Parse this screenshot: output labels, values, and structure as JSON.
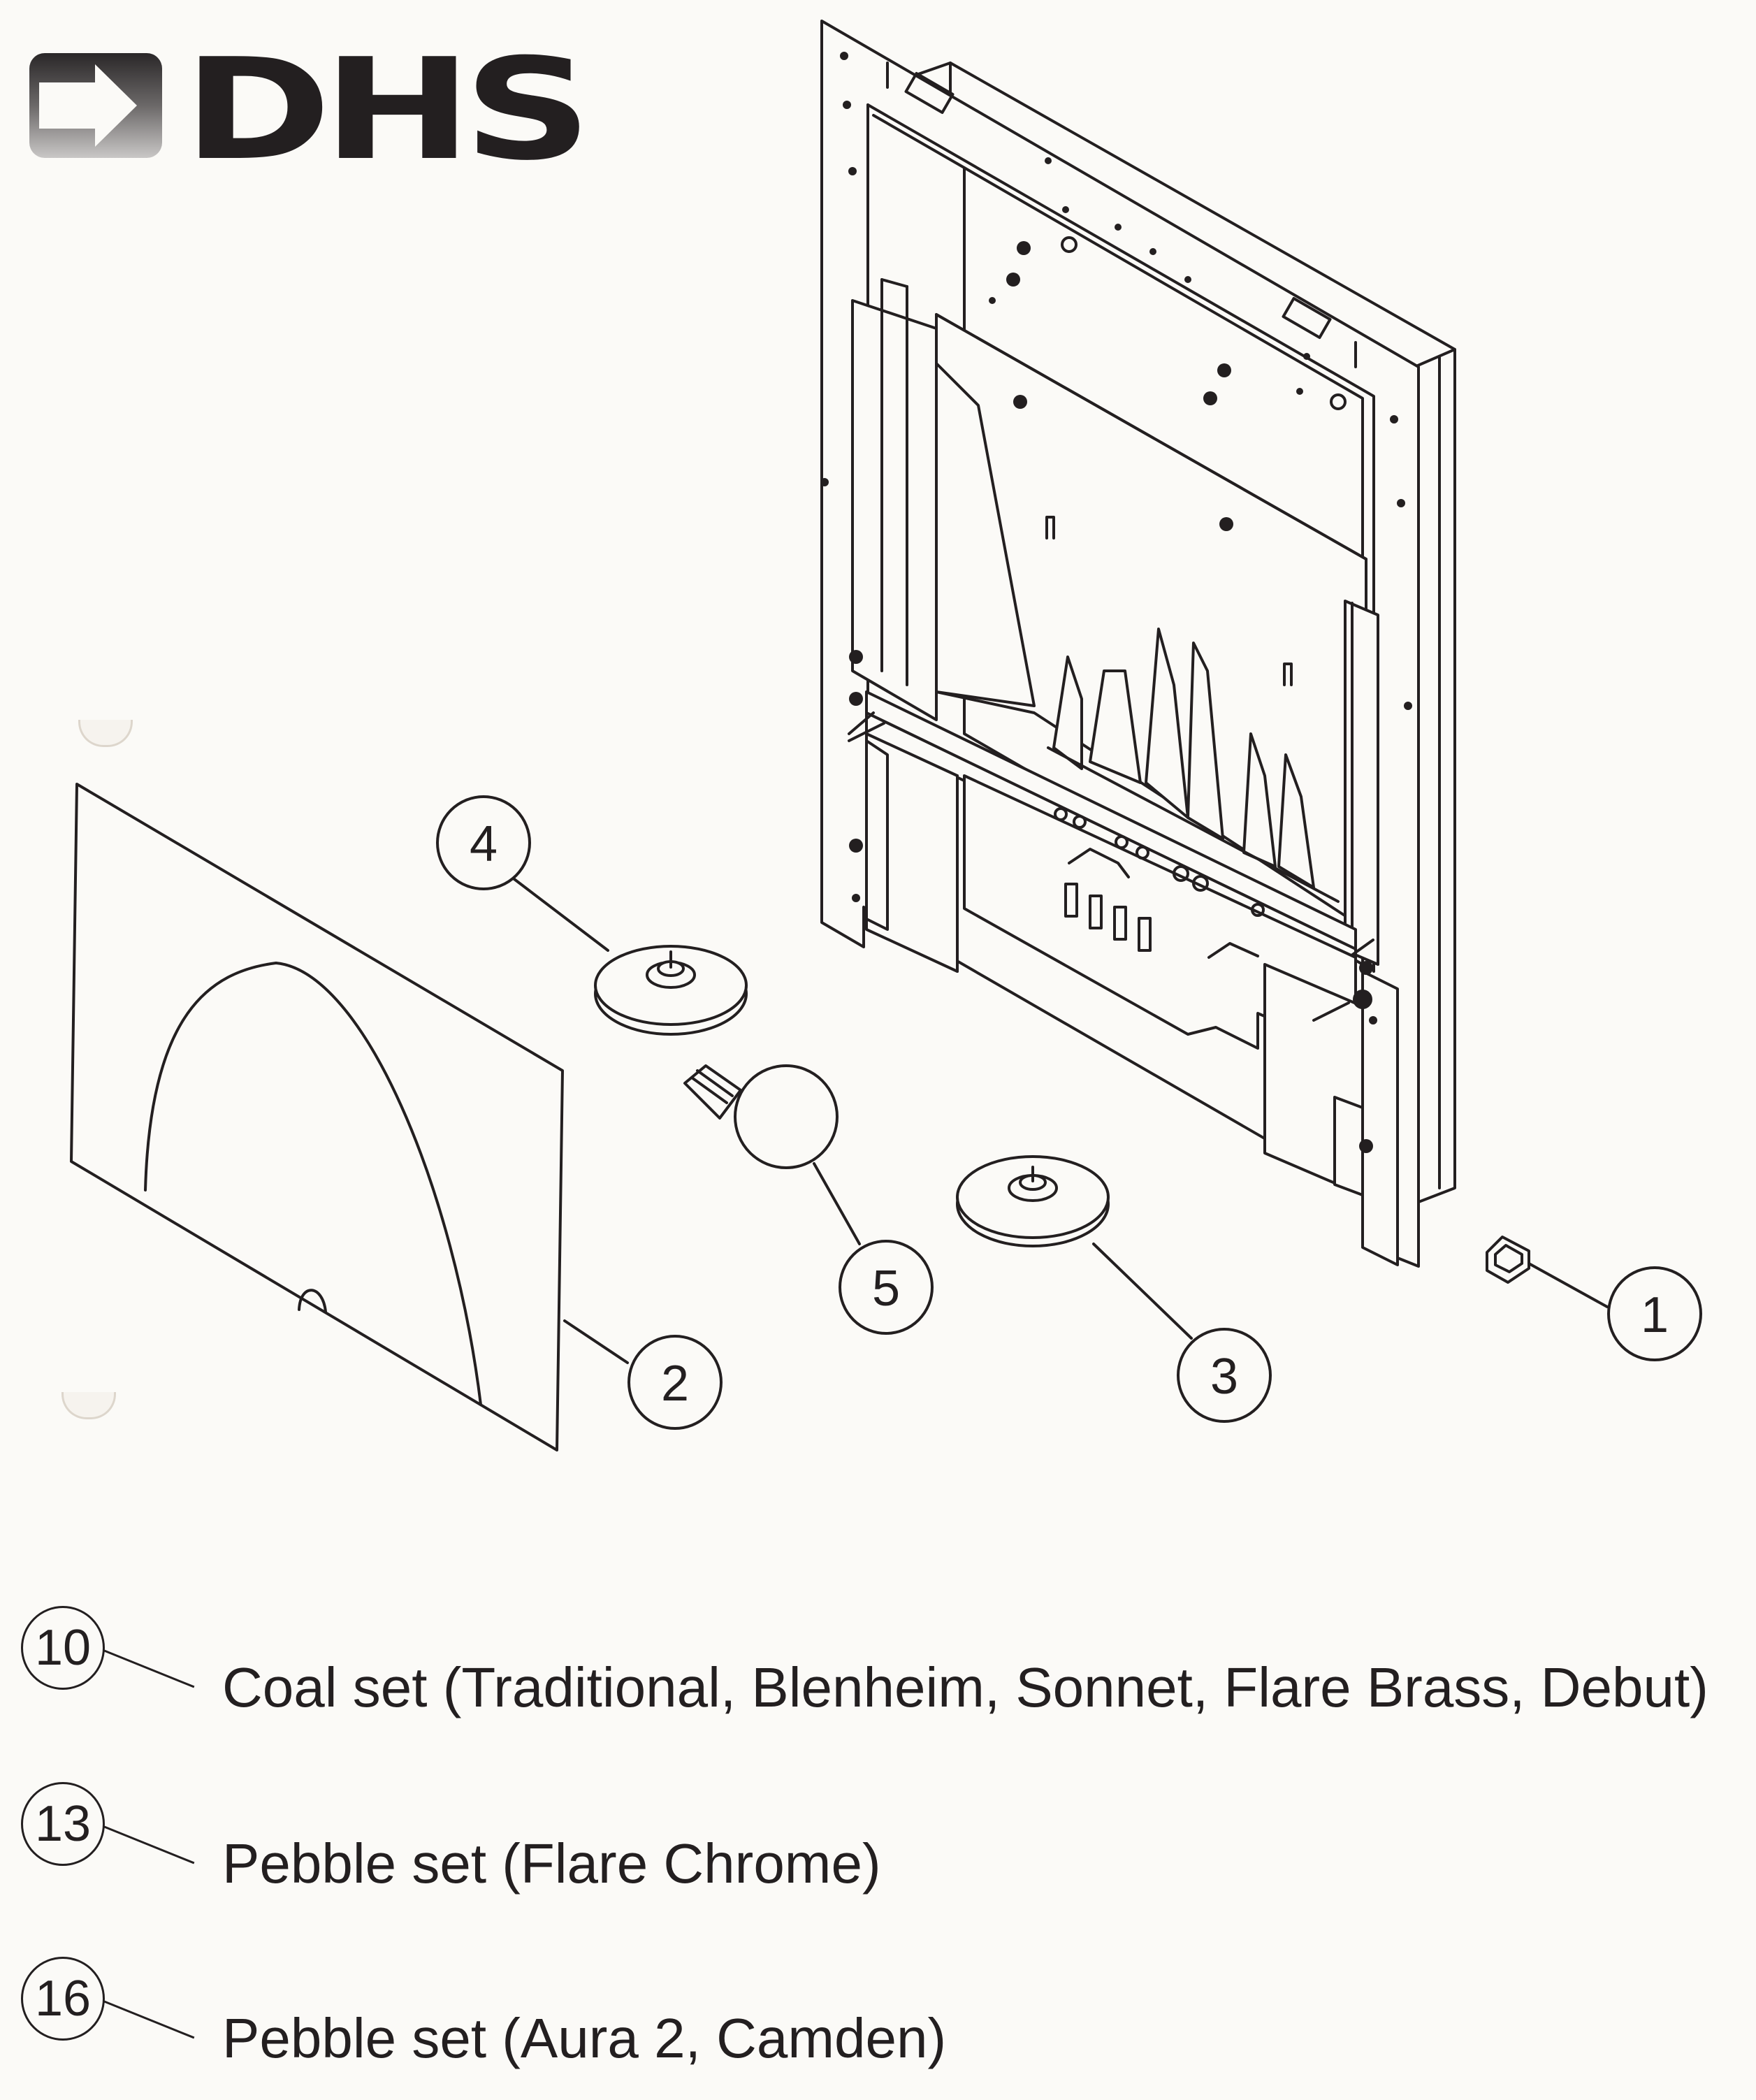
{
  "brand": {
    "logo_text": "DHS"
  },
  "callouts": [
    {
      "number": "1"
    },
    {
      "number": "2"
    },
    {
      "number": "3"
    },
    {
      "number": "4"
    },
    {
      "number": "5"
    }
  ],
  "legend": [
    {
      "number": "10",
      "text": "Coal set (Traditional, Blenheim, Sonnet, Flare Brass, Debut)"
    },
    {
      "number": "13",
      "text": "Pebble set (Flare Chrome)"
    },
    {
      "number": "16",
      "text": "Pebble set (Aura 2, Camden)"
    }
  ]
}
